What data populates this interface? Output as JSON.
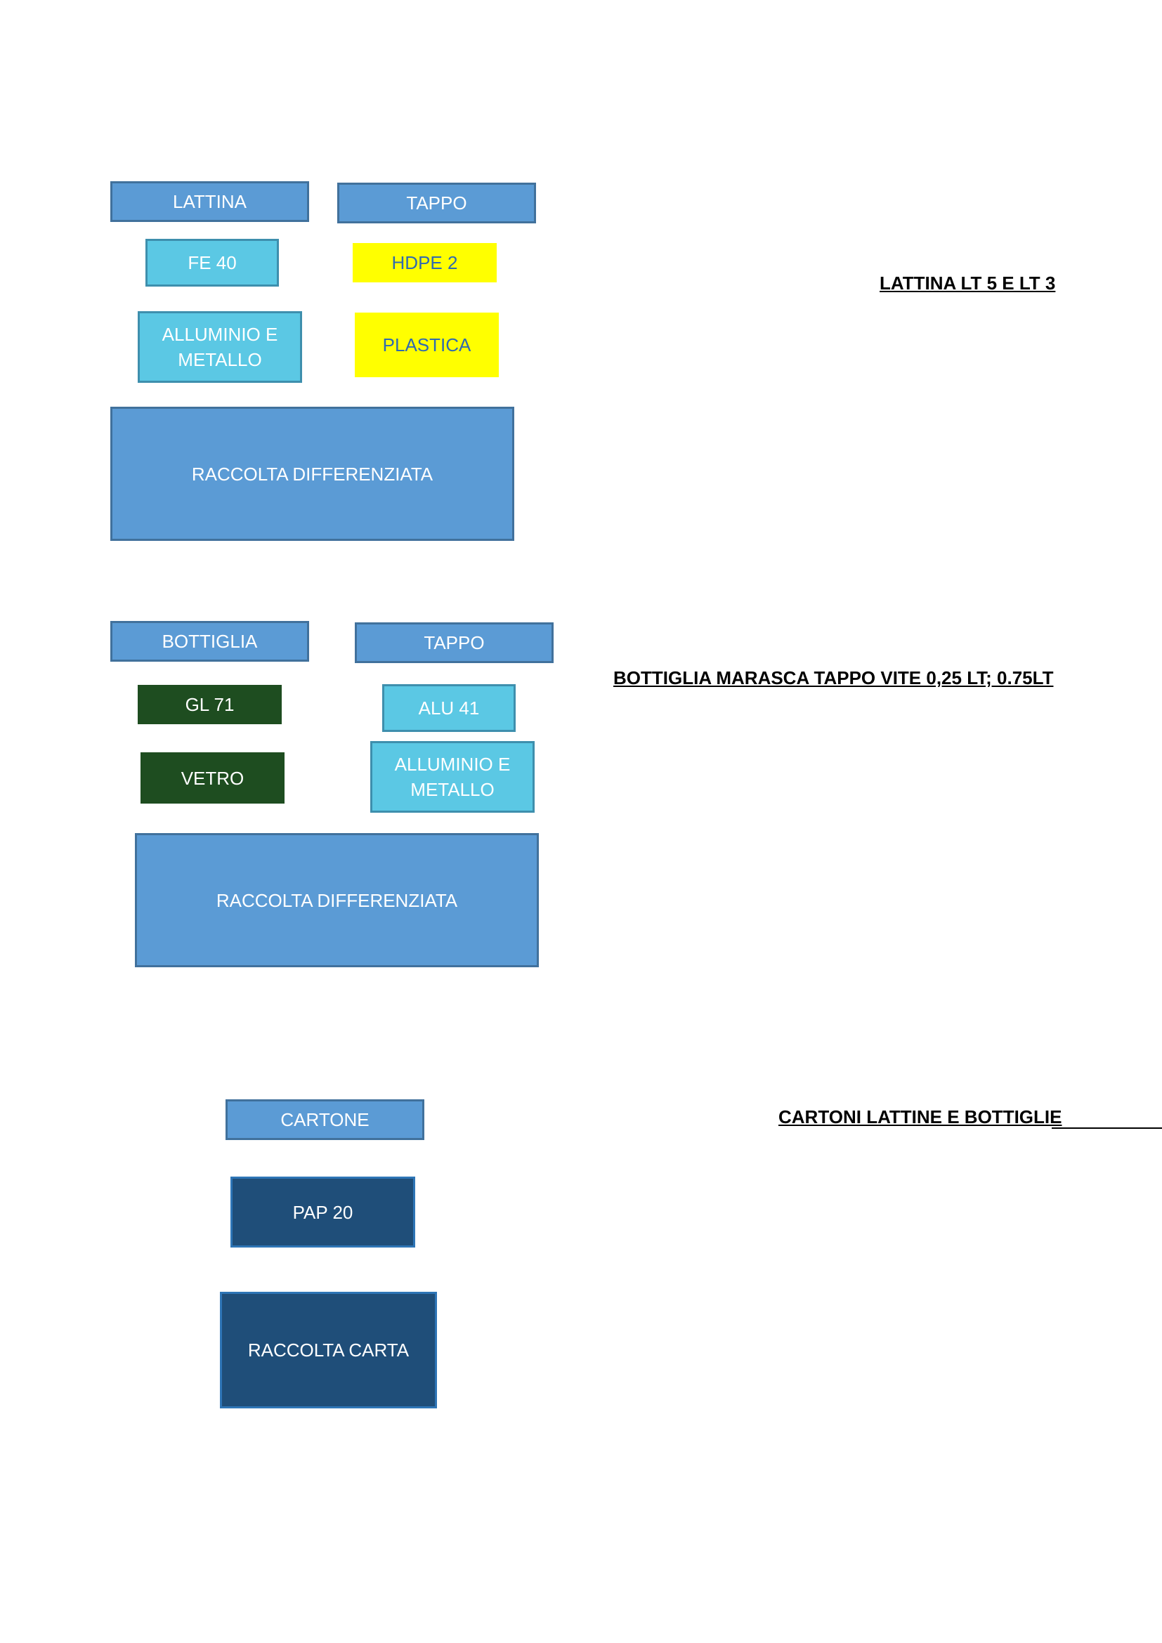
{
  "section1": {
    "heading": "LATTINA LT 5 E LT 3",
    "item_left": "LATTINA",
    "item_right": "TAPPO",
    "code_left": "FE 40",
    "code_right": "HDPE 2",
    "material_left": "ALLUMINIO E METALLO",
    "material_right": "PLASTICA",
    "collection": "RACCOLTA DIFFERENZIATA"
  },
  "section2": {
    "heading": "BOTTIGLIA MARASCA TAPPO VITE 0,25 LT; 0.75LT",
    "item_left": "BOTTIGLIA",
    "item_right": "TAPPO",
    "code_left": "GL 71",
    "code_right": "ALU 41",
    "material_left": "VETRO",
    "material_right": "ALLUMINIO E METALLO",
    "collection": "RACCOLTA DIFFERENZIATA"
  },
  "section3": {
    "heading": "CARTONI LATTINE E BOTTIGLIE",
    "item": "CARTONE",
    "code": "PAP 20",
    "collection": "RACCOLTA CARTA"
  },
  "colors": {
    "box_blue": "#5b9bd5",
    "box_cyan": "#5bc8e4",
    "box_yellow": "#ffff00",
    "box_green": "#1e4d20",
    "box_navy": "#1f4e79"
  }
}
